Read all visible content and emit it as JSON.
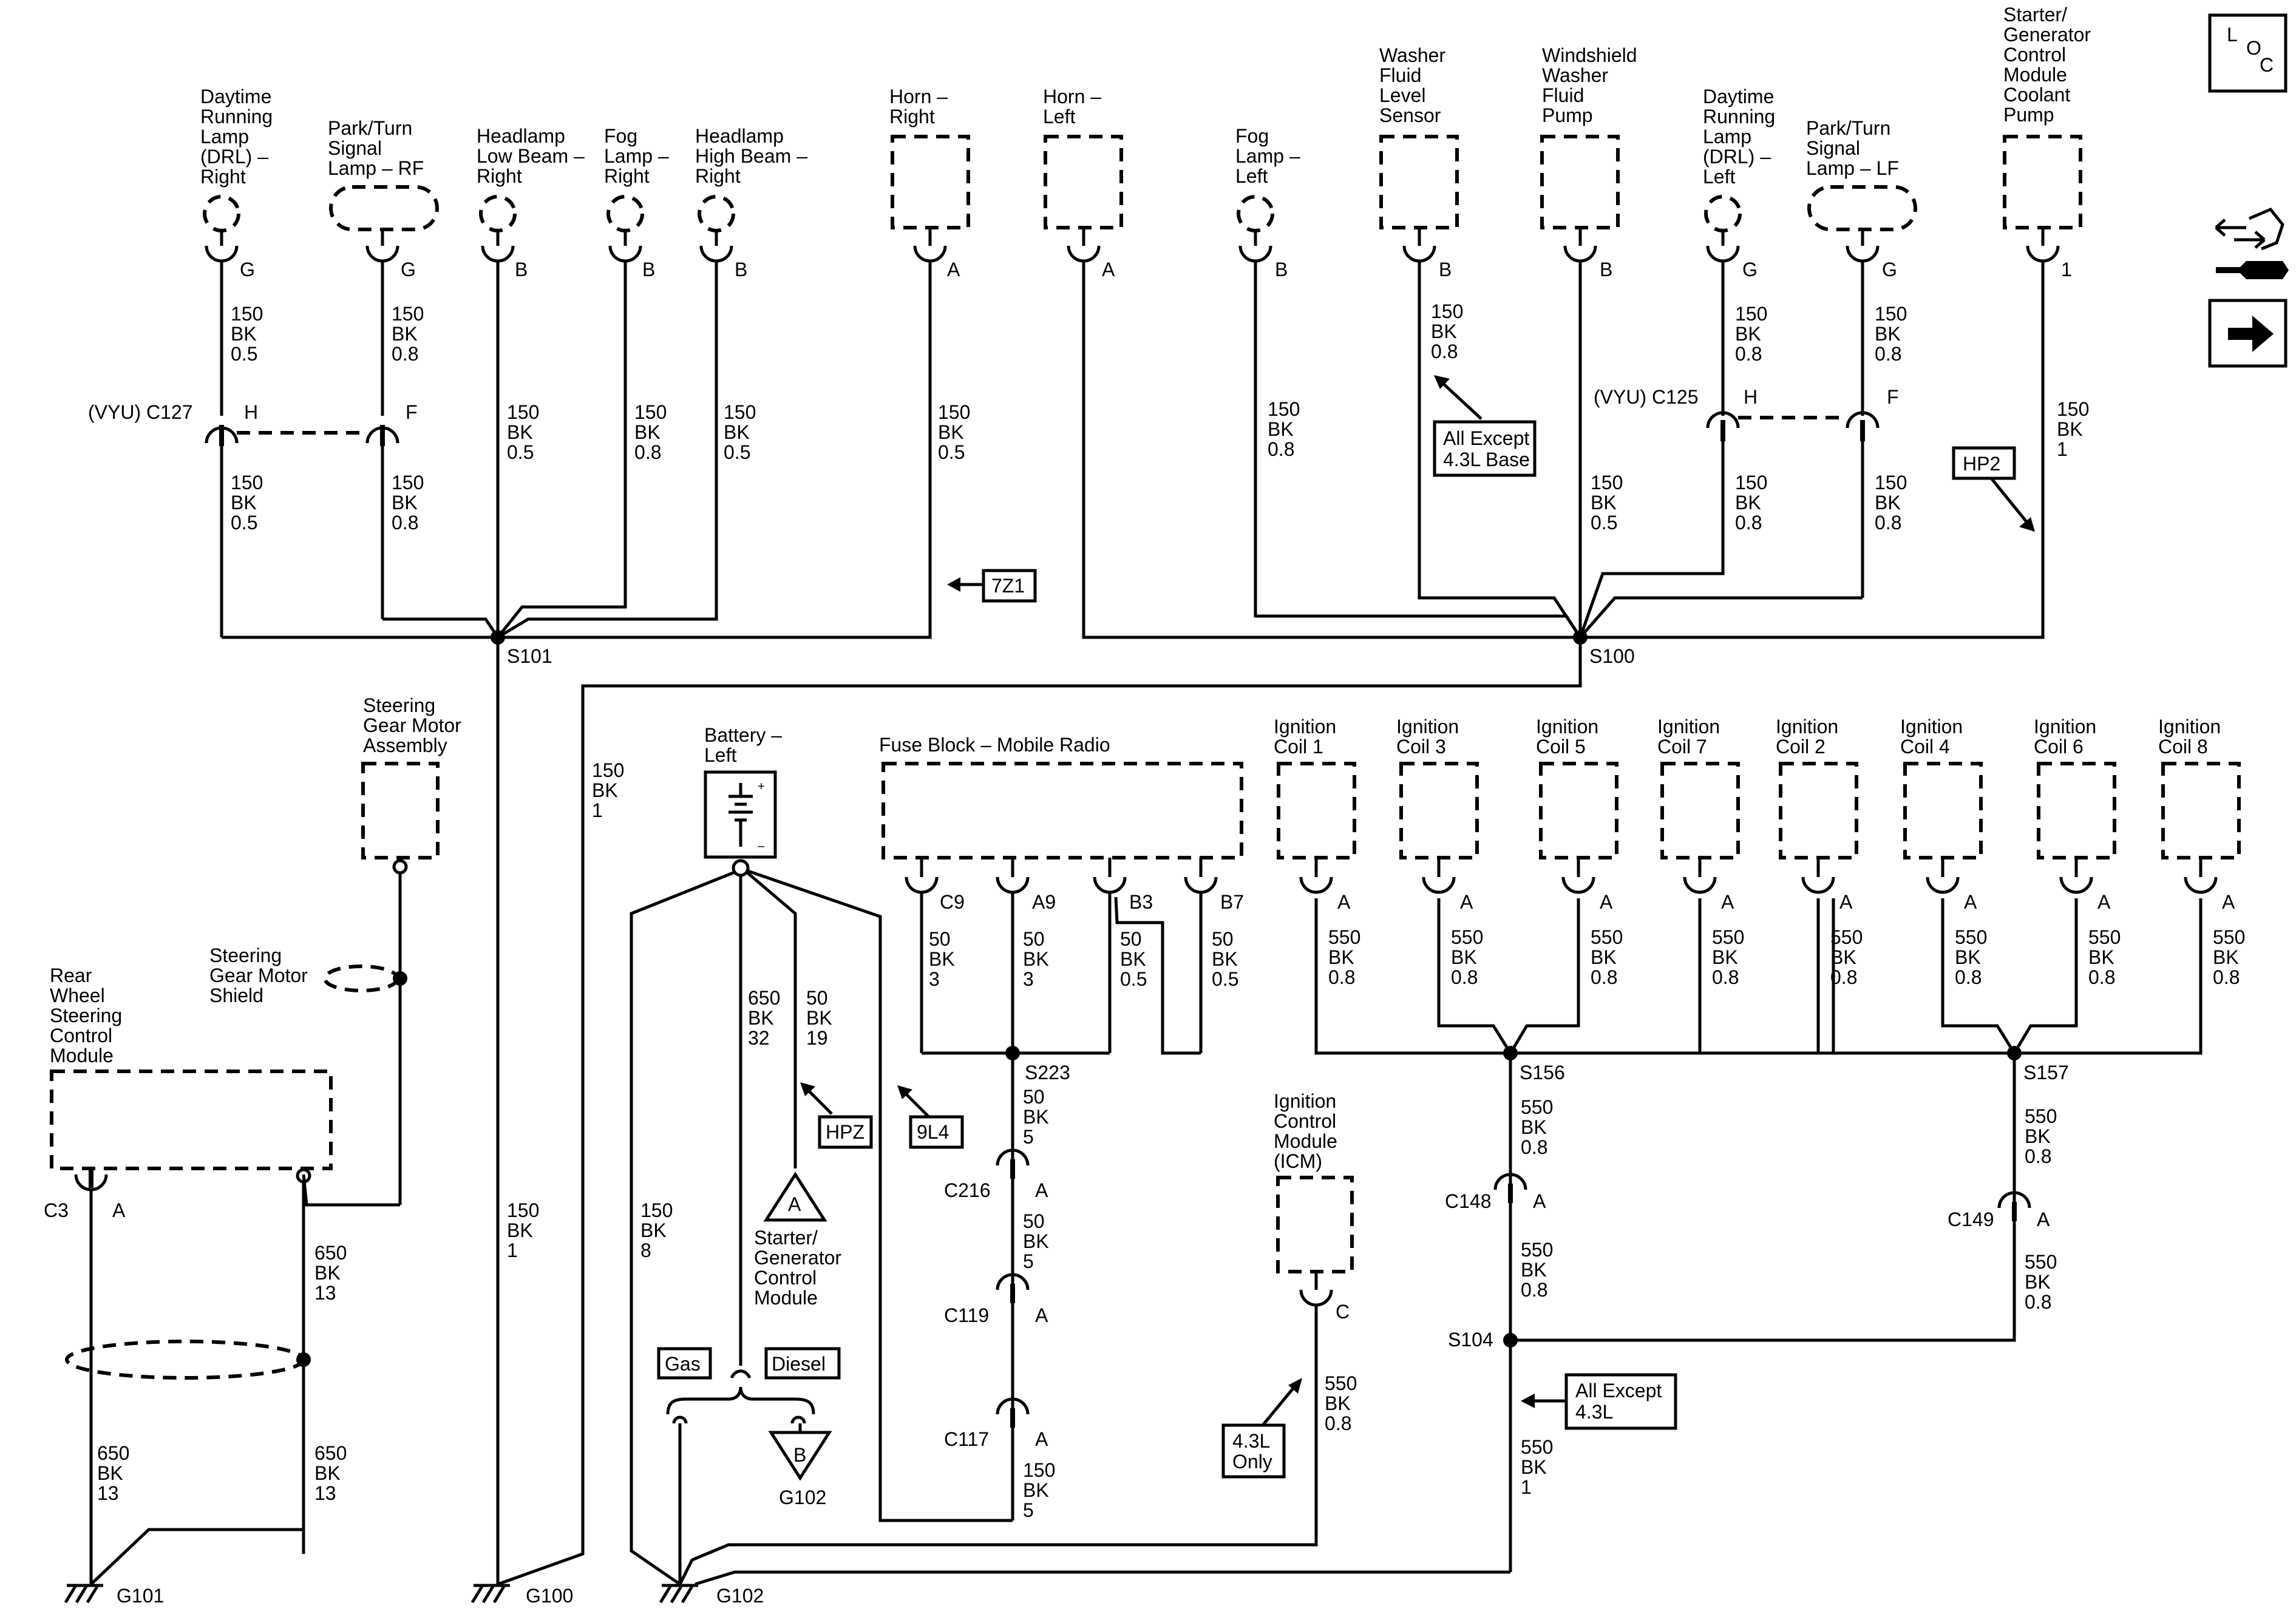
{
  "components": {
    "drl_right": [
      "Daytime",
      "Running",
      "Lamp",
      "(DRL) –",
      "Right"
    ],
    "park_turn_rf": [
      "Park/Turn",
      "Signal",
      "Lamp – RF"
    ],
    "headlamp_low_right": [
      "Headlamp",
      "Low Beam –",
      "Right"
    ],
    "fog_right": [
      "Fog",
      "Lamp –",
      "Right"
    ],
    "headlamp_high_right": [
      "Headlamp",
      "High Beam –",
      "Right"
    ],
    "horn_right": [
      "Horn –",
      "Right"
    ],
    "horn_left": [
      "Horn –",
      "Left"
    ],
    "fog_left": [
      "Fog",
      "Lamp –",
      "Left"
    ],
    "washer_sensor": [
      "Washer",
      "Fluid",
      "Level",
      "Sensor"
    ],
    "washer_pump": [
      "Windshield",
      "Washer",
      "Fluid",
      "Pump"
    ],
    "drl_left": [
      "Daytime",
      "Running",
      "Lamp",
      "(DRL) –",
      "Left"
    ],
    "park_turn_lf": [
      "Park/Turn",
      "Signal",
      "Lamp – LF"
    ],
    "sgcm_pump": [
      "Starter/",
      "Generator",
      "Control",
      "Module",
      "Coolant",
      "Pump"
    ],
    "steering_motor": [
      "Steering",
      "Gear Motor",
      "Assembly"
    ],
    "steering_shield": [
      "Steering",
      "Gear Motor",
      "Shield"
    ],
    "rwsc_module": [
      "Rear",
      "Wheel",
      "Steering",
      "Control",
      "Module"
    ],
    "battery_left": [
      "Battery –",
      "Left"
    ],
    "fuse_block": [
      "Fuse Block – Mobile Radio"
    ],
    "icm": [
      "Ignition",
      "Control",
      "Module",
      "(ICM)"
    ],
    "sgcm": [
      "Starter/",
      "Generator",
      "Control",
      "Module"
    ],
    "coils": [
      [
        "Ignition",
        "Coil 1"
      ],
      [
        "Ignition",
        "Coil 3"
      ],
      [
        "Ignition",
        "Coil 5"
      ],
      [
        "Ignition",
        "Coil 7"
      ],
      [
        "Ignition",
        "Coil 2"
      ],
      [
        "Ignition",
        "Coil 4"
      ],
      [
        "Ignition",
        "Coil 6"
      ],
      [
        "Ignition",
        "Coil 8"
      ]
    ]
  },
  "pins": {
    "G": "G",
    "B": "B",
    "A": "A",
    "H": "H",
    "F": "F",
    "C": "C",
    "one": "1",
    "C9": "C9",
    "A9": "A9",
    "B3": "B3",
    "B7": "B7"
  },
  "wires": {
    "w150_05": [
      "150",
      "BK",
      "0.5"
    ],
    "w150_08": [
      "150",
      "BK",
      "0.8"
    ],
    "w150_1": [
      "150",
      "BK",
      "1"
    ],
    "w150_8": [
      "150",
      "BK",
      "8"
    ],
    "w150_5": [
      "150",
      "BK",
      "5"
    ],
    "w550_08": [
      "550",
      "BK",
      "0.8"
    ],
    "w550_1": [
      "550",
      "BK",
      "1"
    ],
    "w650_32": [
      "650",
      "BK",
      "32"
    ],
    "w650_13": [
      "650",
      "BK",
      "13"
    ],
    "w50_19": [
      "50",
      "BK",
      "19"
    ],
    "w50_3": [
      "50",
      "BK",
      "3"
    ],
    "w50_05": [
      "50",
      "BK",
      "0.5"
    ],
    "w50_5": [
      "50",
      "BK",
      "5"
    ]
  },
  "splices": {
    "s101": "S101",
    "s100": "S100",
    "s223": "S223",
    "s156": "S156",
    "s157": "S157",
    "s104": "S104"
  },
  "connectors": {
    "c127": "(VYU) C127",
    "c125": "(VYU) C125",
    "c216": "C216",
    "c119": "C119",
    "c117": "C117",
    "c148": "C148",
    "c149": "C149",
    "c3": "C3"
  },
  "grounds": {
    "g101": "G101",
    "g100": "G100",
    "g102": "G102"
  },
  "options": {
    "z71": "7Z1",
    "hp2": "HP2",
    "hpz": "HPZ",
    "l94": "9L4",
    "all_except_43_base": [
      "All Except",
      "4.3L Base"
    ],
    "all_except_43": [
      "All Except",
      "4.3L"
    ],
    "only_43": [
      "4.3L",
      "Only"
    ],
    "gas": "Gas",
    "diesel": "Diesel"
  },
  "icons": {
    "loc": [
      "L",
      "O",
      "C"
    ],
    "tools_icon": "tools-icon",
    "arrow_icon": "right-arrow-icon",
    "ref_a": "A",
    "ref_b": "B"
  }
}
